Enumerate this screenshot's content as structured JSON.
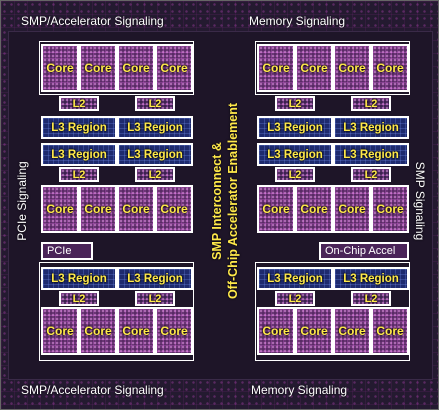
{
  "signals": {
    "top_left": "SMP/Accelerator Signaling",
    "top_right": "Memory Signaling",
    "bottom_left": "SMP/Accelerator Signaling",
    "bottom_right": "Memory Signaling",
    "left": "PCIe Signaling",
    "right": "SMP Signaling"
  },
  "center": {
    "line1": "SMP Interconnect &",
    "line2": "Off-Chip Accelerator Enablement"
  },
  "labels": {
    "core": "Core",
    "l2": "L2",
    "l3": "L3 Region",
    "pcie": "PCIe",
    "accel": "On-Chip Accel"
  },
  "colors": {
    "label_text": "#ffe94a",
    "block_outline": "#ffffff",
    "core_fill": "#5a2a66",
    "l3_fill": "#1e2a6e"
  }
}
